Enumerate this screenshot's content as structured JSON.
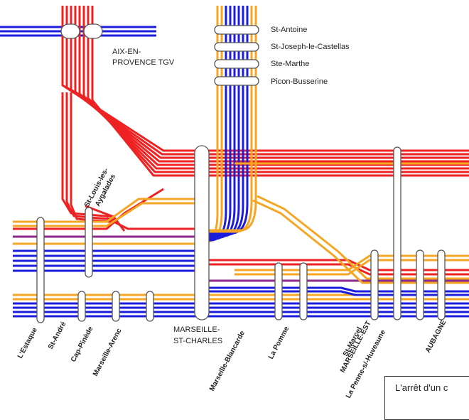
{
  "colors": {
    "ter_red": "#ee2222",
    "ter_orange": "#f5a623",
    "ter_blue": "#1c1cdc",
    "ter_purple": "#8b2a8b",
    "station_fill": "#ffffff",
    "station_stroke": "#555555"
  },
  "stations": {
    "aix_tgv": {
      "line1": "AIX-EN-",
      "line2": "PROVENCE TGV"
    },
    "st_antoine": "St-Antoine",
    "st_joseph": "St-Joseph-le-Castellas",
    "ste_marthe": "Ste-Marthe",
    "picon": "Picon-Busserine",
    "st_louis": {
      "line1": "St-Louis-les-",
      "line2": "Aygalades"
    },
    "lestaque": "L'Estaque",
    "st_andre": "St-André",
    "cap_pinede": "Cap-Pinède",
    "arenc": "Marseille-Arenc",
    "st_charles": {
      "line1": "MARSEILLE-",
      "line2": "ST-CHARLES"
    },
    "blancarde": "Marseille-Blancarde",
    "la_pomme": "La Pomme",
    "st_marcel": "St-Marcel",
    "marseille_est": "MARSEILLE-EST",
    "la_penne": "La Penne-s/-Huveaune",
    "aubagne": "AUBAGNE"
  },
  "legend": {
    "text": "L'arrêt d'un c"
  }
}
